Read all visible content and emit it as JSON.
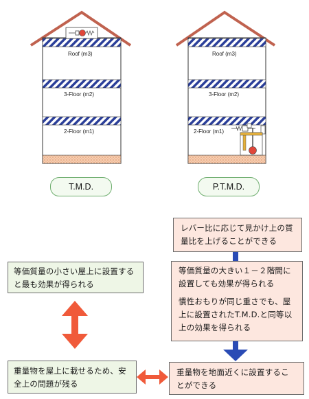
{
  "buildings": {
    "tmd": {
      "floors": [
        "Roof (m3)",
        "3-Floor (m2)",
        "2-Floor (m1)"
      ],
      "label": "T.M.D."
    },
    "ptmd": {
      "floors": [
        "Roof (m3)",
        "3-Floor (m2)",
        "2-Floor (m1)"
      ],
      "label": "P.T.M.D."
    }
  },
  "boxes": {
    "lever": "レバー比に応じて見かけ上の質量比を上げることができる",
    "left_effect": "等価質量の小さい屋上に設置すると最も効果が得られる",
    "right_effect_1": "等価質量の大きい１－２階間に設置しても効果が得られる",
    "right_effect_2": "慣性おもりが同じ重さでも、屋上に設置されたT.M.D.と同等以上の効果を得られる",
    "left_problem": "重量物を屋上に載せるため、安全上の問題が残る",
    "right_benefit": "重量物を地面近くに設置することができる"
  },
  "colors": {
    "roof": "#c0624f",
    "slab_stripe": "#2b3f9a",
    "foundation": "#f3c4a4",
    "green_border": "#6fae6f",
    "arrow_red": "#f05a3a",
    "arrow_blue": "#2a4bb5"
  }
}
